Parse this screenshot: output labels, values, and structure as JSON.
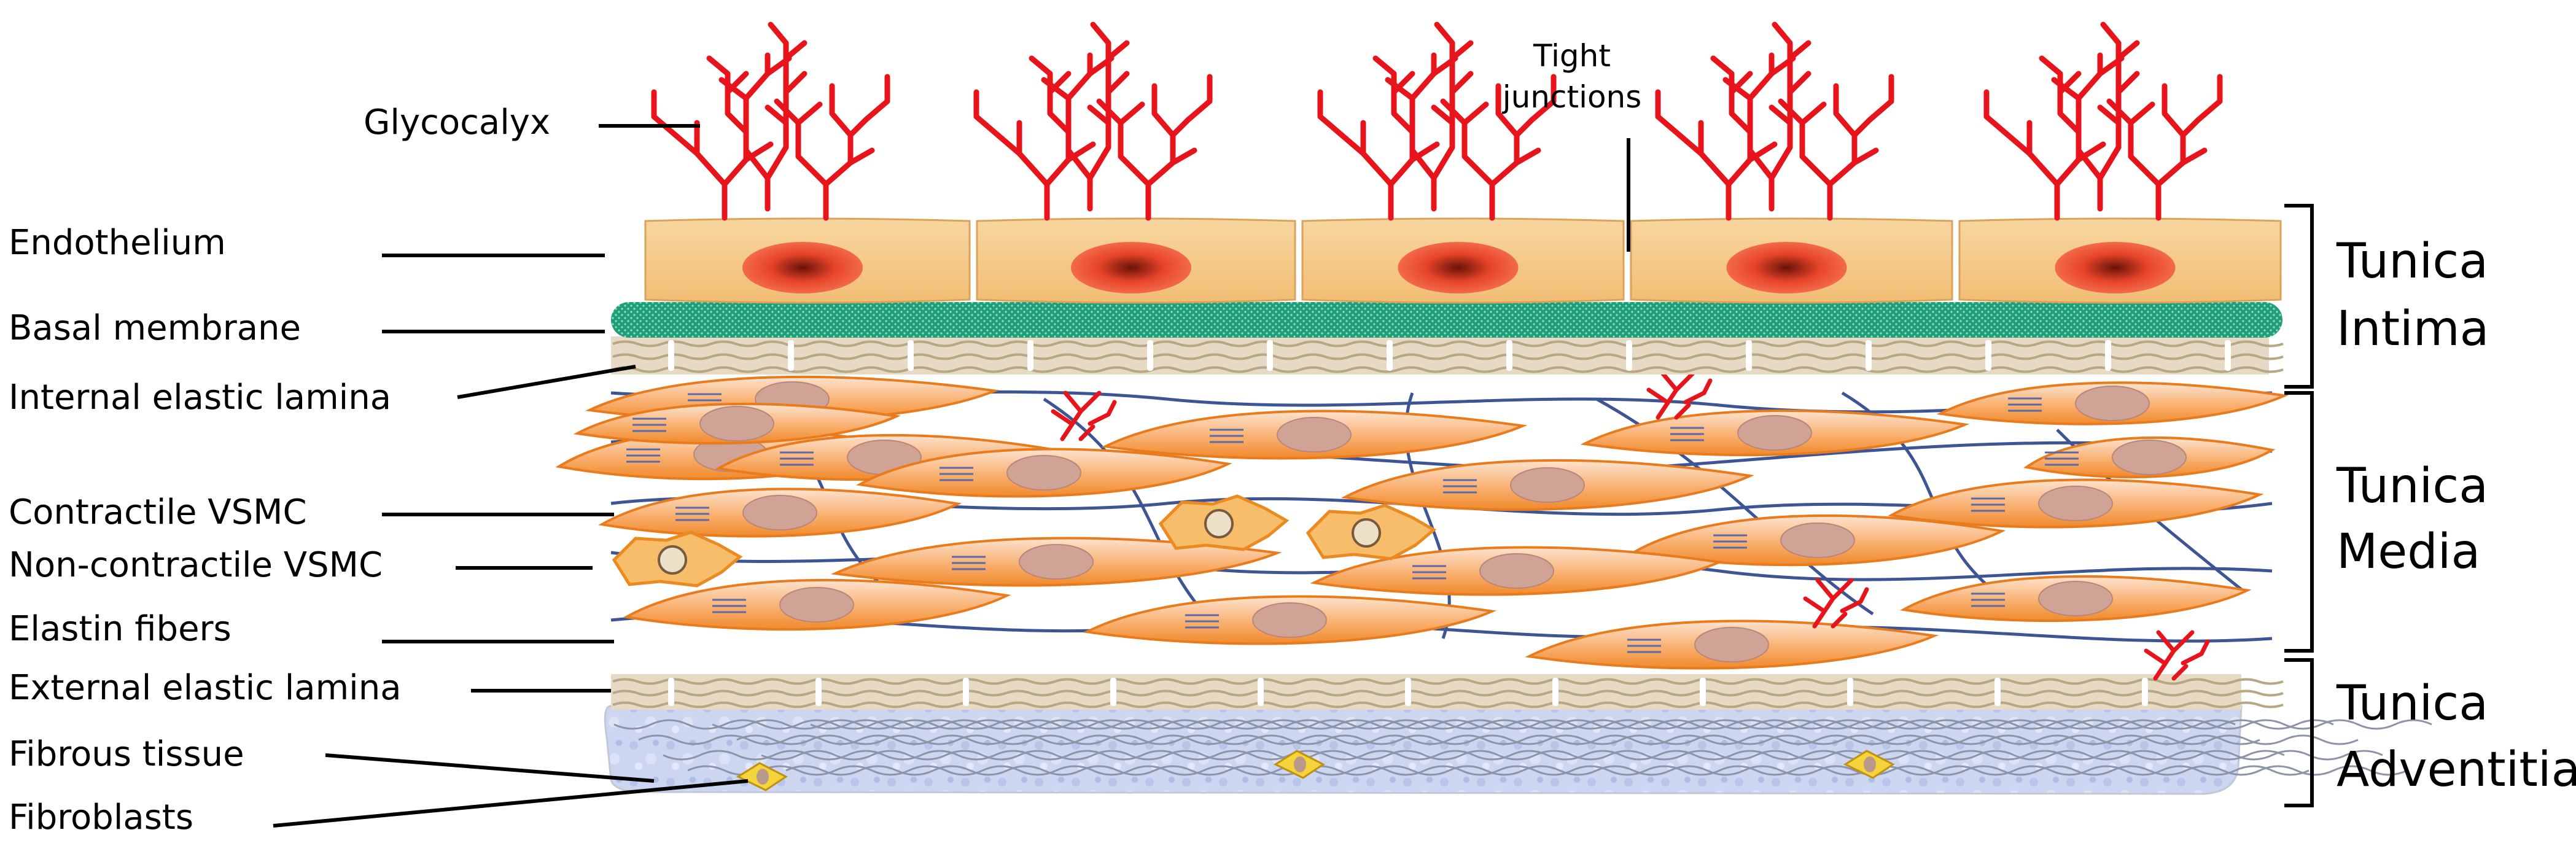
{
  "labels": {
    "glycocalyx": "Glycocalyx",
    "tight_junctions": [
      "Tight",
      "junctions"
    ],
    "endothelium": "Endothelium",
    "basal_membrane": "Basal membrane",
    "internal_elastic_lamina": "Internal elastic lamina",
    "contractile_vsmc": "Contractile VSMC",
    "non_contractile_vsmc": "Non-contractile VSMC",
    "elastin_fibers": "Elastin fibers",
    "external_elastic_lamina": "External elastic lamina",
    "fibrous_tissue": "Fibrous tissue",
    "fibroblasts": "Fibroblasts"
  },
  "tunicas": {
    "intima": [
      "Tunica",
      "Intima"
    ],
    "media": [
      "Tunica",
      "Media"
    ],
    "adventitia": [
      "Tunica",
      "Adventitia"
    ]
  },
  "colors": {
    "glycocalyx": "#e8141c",
    "endothelium": "#f6c886",
    "nucleus": "#e84a2a",
    "basal_membrane": "#1f9e78",
    "lamina": "#e4d6bf",
    "vsmc": "#f7a44c",
    "vsmc_nucleus": "#cfa395",
    "elastin": "#3d5595",
    "adventitia": "#c9d4ef",
    "fibroblast": "#f5d33a"
  }
}
